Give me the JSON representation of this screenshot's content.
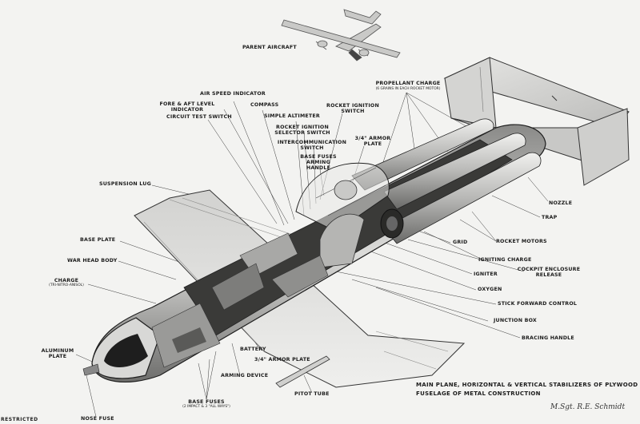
{
  "diagram": {
    "labels": {
      "parent_aircraft": "PARENT AIRCRAFT",
      "propellant_charge": "PROPELLANT CHARGE",
      "propellant_charge_sub": "(6 GRAINS IN EACH ROCKET MOTOR)",
      "air_speed_indicator": "AIR SPEED INDICATOR",
      "fore_aft_level_1": "FORE & AFT LEVEL",
      "fore_aft_level_2": "INDICATOR",
      "compass": "COMPASS",
      "circuit_test_switch": "CIRCUIT TEST SWITCH",
      "simple_altimeter": "SIMPLE ALTIMETER",
      "rocket_ignition_switch_1": "ROCKET IGNITION",
      "rocket_ignition_switch_2": "SWITCH",
      "rocket_ignition_selector_1": "ROCKET IGNITION",
      "rocket_ignition_selector_2": "SELECTOR SWITCH",
      "intercommunication_1": "INTERCOMMUNICATION",
      "intercommunication_2": "SWITCH",
      "armor_plate_top_1": "3/4\" ARMOR",
      "armor_plate_top_2": "PLATE",
      "base_fuses_arming_1": "BASE FUSES",
      "base_fuses_arming_2": "ARMING",
      "base_fuses_arming_3": "HANDLE",
      "suspension_lug": "SUSPENSION LUG",
      "nozzle": "NOZZLE",
      "trap": "TRAP",
      "base_plate": "BASE PLATE",
      "grid": "GRID",
      "rocket_motors": "ROCKET MOTORS",
      "war_head_body": "WAR HEAD BODY",
      "igniting_charge": "IGNITING CHARGE",
      "cockpit_enclosure_1": "COCKPIT ENCLOSURE",
      "cockpit_enclosure_2": "RELEASE",
      "charge": "CHARGE",
      "charge_sub": "(TRI-NITRO-ANISOL)",
      "igniter": "IGNITER",
      "oxygen": "OXYGEN",
      "stick_forward_control": "STICK FORWARD CONTROL",
      "junction_box": "JUNCTION BOX",
      "bracing_handle": "BRACING HANDLE",
      "aluminum_plate_1": "ALUMINUM",
      "aluminum_plate_2": "PLATE",
      "battery": "BATTERY",
      "armor_plate_bottom": "3/4\" ARMOR PLATE",
      "arming_device": "ARMING DEVICE",
      "base_fuses": "BASE FUSES",
      "base_fuses_sub": "(2 IMPACT & 3 \"ALL WAYS\")",
      "pitot_tube": "PITOT TUBE",
      "nose_fuse": "NOSE FUSE"
    },
    "notes": {
      "line_1": "MAIN PLANE, HORIZONTAL & VERTICAL STABILIZERS OF PLYWOOD",
      "line_2": "FUSELAGE OF METAL CONSTRUCTION"
    },
    "signature": "M.Sgt. R.E. Schmidt",
    "restricted": "RESTRICTED",
    "colors": {
      "paper": "#f3f3f1",
      "ink": "#1c1c1c",
      "panel_light": "#e2e2e0",
      "panel_mid": "#bdbdbb",
      "panel_dark": "#2a2a2a"
    }
  }
}
